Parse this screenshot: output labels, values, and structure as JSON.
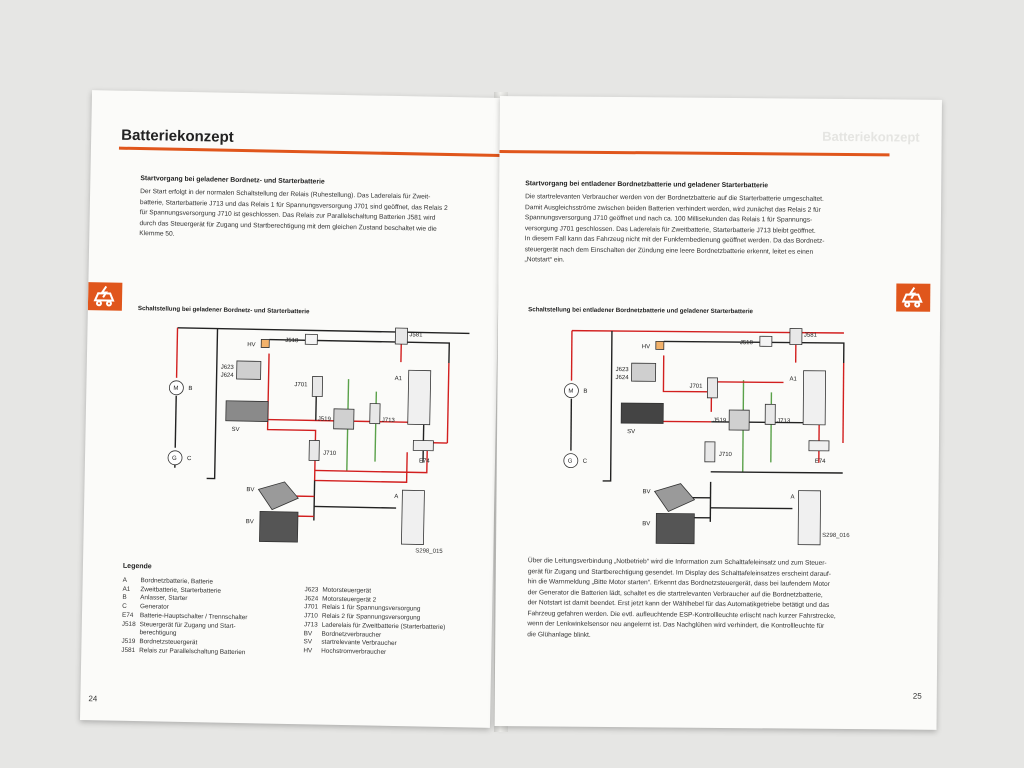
{
  "left_page": {
    "title": "Batteriekonzept",
    "section_heading": "Startvorgang bei geladener Bordnetz- und Starterbatterie",
    "paragraph_lines": [
      "Der Start erfolgt in der normalen Schaltstellung der Relais (Ruhestellung). Das Laderelais für Zweit-",
      "batterie, Starterbatterie J713 und das Relais 1 für Spannungsversorgung J701 sind geöffnet, das Relais 2",
      "für Spannungsversorgung J710 ist geschlossen. Das Relais zur Parallelschaltung Batterien J581 wird",
      "durch das Steuergerät für Zugang und Startberechtigung mit dem gleichen Zustand beschaltet wie die",
      "Klemme 50."
    ],
    "diagram_title": "Schaltstellung bei geladener Bordnetz- und Starterbatterie",
    "diagram_code": "S298_015",
    "labels": {
      "m": "M",
      "b": "B",
      "g": "G",
      "c": "C",
      "hv": "HV",
      "j623": "J623",
      "j624": "J624",
      "sv": "SV",
      "j518": "J518",
      "j581": "J581",
      "j701": "J701",
      "j519": "J519",
      "j713": "J713",
      "j710": "J710",
      "a1": "A1",
      "a": "A",
      "e74": "E74",
      "bv1": "BV",
      "bv2": "BV"
    },
    "legend_title": "Legende",
    "legend_left": [
      [
        "A",
        "Bordnetzbatterie, Batterie"
      ],
      [
        "A1",
        "Zweitbatterie, Starterbatterie"
      ],
      [
        "B",
        "Anlasser, Starter"
      ],
      [
        "C",
        "Generator"
      ],
      [
        "E74",
        "Batterie-Hauptschalter / Trennschalter"
      ],
      [
        "J518",
        "Steuergerät für Zugang und Start-"
      ],
      [
        "",
        "berechtigung"
      ],
      [
        "J519",
        "Bordnetzsteuergerät"
      ],
      [
        "J581",
        "Relais zur Parallelschaltung Batterien"
      ]
    ],
    "legend_right": [
      [
        "J623",
        "Motorsteuergerät"
      ],
      [
        "J624",
        "Motorsteuergerät 2"
      ],
      [
        "J701",
        "Relais 1 für Spannungsversorgung"
      ],
      [
        "J710",
        "Relais 2 für Spannungsversorgung"
      ],
      [
        "J713",
        "Laderelais für Zweitbatterie (Starterbatterie)"
      ],
      [
        "BV",
        "Bordnetzverbraucher"
      ],
      [
        "SV",
        "startrelevante Verbraucher"
      ],
      [
        "HV",
        "Hochstromverbraucher"
      ]
    ],
    "page_number": "24"
  },
  "right_page": {
    "section_heading": "Startvorgang bei entladener Bordnetzbatterie und geladener Starterbatterie",
    "paragraph_lines": [
      "Die startrelevanten Verbraucher werden von der Bordnetzbatterie auf die Starterbatterie umgeschaltet.",
      "Damit Ausgleichsströme zwischen beiden Batterien verhindert werden, wird zunächst das Relais 2 für",
      "Spannungsversorgung J710 geöffnet und nach ca. 100 Millisekunden das Relais 1 für Spannungs-",
      "versorgung J701 geschlossen. Das Laderelais für Zweitbatterie, Starterbatterie J713 bleibt geöffnet.",
      "In diesem Fall kann das Fahrzeug nicht mit der Funkfernbedienung geöffnet werden. Da das Bordnetz-",
      "steuergerät nach dem Einschalten der Zündung eine leere Bordnetzbatterie erkennt, leitet es einen",
      "„Notstart“ ein."
    ],
    "diagram_title": "Schaltstellung bei entladener Bordnetzbatterie und geladener Starterbatterie",
    "diagram_code": "S298_016",
    "labels": {
      "m": "M",
      "b": "B",
      "g": "G",
      "c": "C",
      "hv": "HV",
      "j623": "J623",
      "j624": "J624",
      "sv": "SV",
      "j518": "J518",
      "j581": "J581",
      "j701": "J701",
      "j519": "J519",
      "j713": "J713",
      "j710": "J710",
      "a1": "A1",
      "a": "A",
      "e74": "E74",
      "bv1": "BV",
      "bv2": "BV"
    },
    "bottom_lines": [
      "Über die Leitungsverbindung „Notbetrieb“ wird die Information zum Schalttafeleinsatz und zum Steuer-",
      "gerät für Zugang und Startberechtigung gesendet. Im Display des Schalttafeleinsatzes erscheint darauf-",
      "hin die Warnmeldung „Bitte Motor starten“. Erkennt das Bordnetzsteuergerät, dass bei laufendem Motor",
      "der Generator die Batterien lädt, schaltet es die startrelevanten Verbraucher auf die Bordnetzbatterie,",
      "der Notstart ist damit beendet. Erst jetzt kann der Wählhebel für das Automatikgetriebe betätigt und das",
      "Fahrzeug gefahren werden. Die evtl. aufleuchtende ESP-Kontrollleuchte erlischt nach kurzer Fahrstrecke,",
      "wenn der Lenkwinkelsensor neu angelernt ist. Das Nachglühen wird verhindert, die Kontrollleuchte für",
      "die Glühanlage blinkt."
    ],
    "page_number": "25"
  },
  "colors": {
    "accent": "#e0561c",
    "wire_red": "#d21f1f",
    "wire_green": "#5aa14a",
    "wire_black": "#222222"
  }
}
